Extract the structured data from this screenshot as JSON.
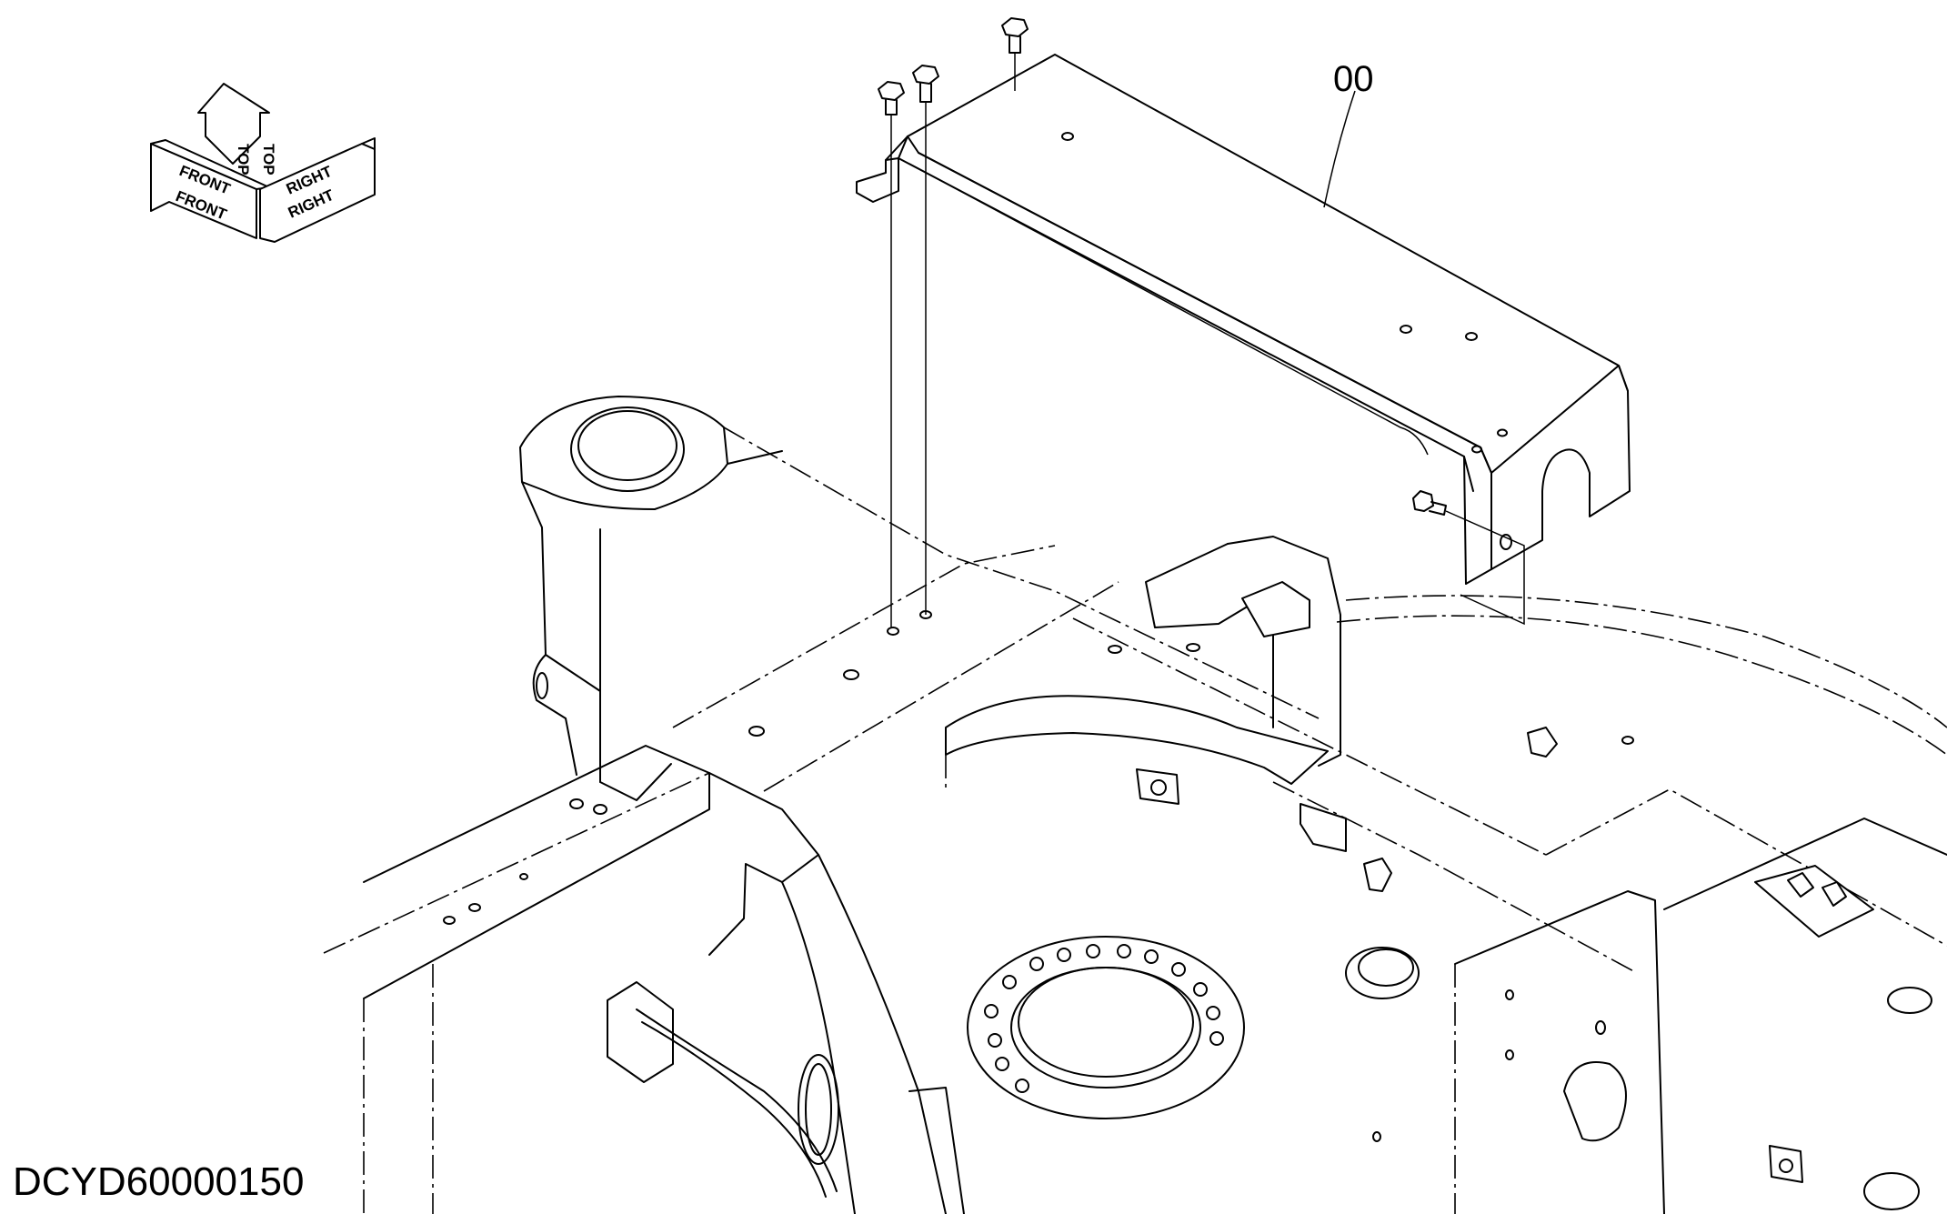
{
  "diagram": {
    "part_number_label": "00",
    "drawing_id": "DCYD60000150",
    "orientation_indicator": {
      "top_label": "TOP",
      "front_label": "FRONT",
      "right_label": "RIGHT"
    }
  }
}
